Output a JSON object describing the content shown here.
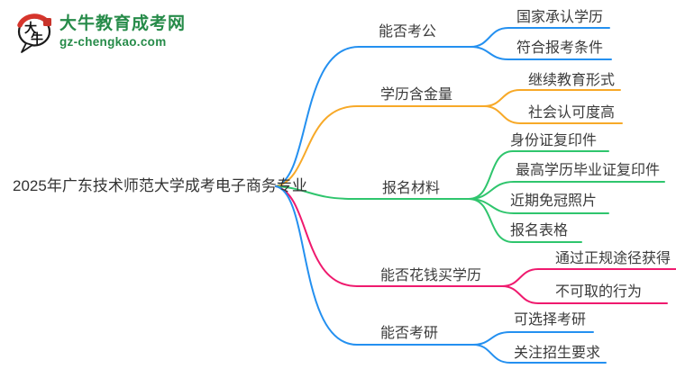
{
  "logo": {
    "title": "大牛教育成考网",
    "domain": "gz-chengkao.com",
    "icon_char_top": "大",
    "icon_char_bottom": "牛",
    "brand_color": "#268B49",
    "seal_color": "#C9342B",
    "arc_color": "#D6352C",
    "outline_color": "#1a1a1a"
  },
  "center": {
    "title": "2025年广东技术师范大学成考电子商务专业"
  },
  "colors": {
    "blue": "#2490F0",
    "orange": "#F7A928",
    "green": "#2FC56D",
    "pink": "#EF1A6E"
  },
  "branches": [
    {
      "label": "能否考公",
      "color": "blue",
      "children": [
        "国家承认学历",
        "符合报考条件"
      ]
    },
    {
      "label": "学历含金量",
      "color": "orange",
      "children": [
        "继续教育形式",
        "社会认可度高"
      ]
    },
    {
      "label": "报名材料",
      "color": "green",
      "children": [
        "身份证复印件",
        "最高学历毕业证复印件",
        "近期免冠照片",
        "报名表格"
      ]
    },
    {
      "label": "能否花钱买学历",
      "color": "pink",
      "children": [
        "通过正规途径获得",
        "不可取的行为"
      ]
    },
    {
      "label": "能否考研",
      "color": "blue",
      "children": [
        "可选择考研",
        "关注招生要求"
      ]
    }
  ]
}
